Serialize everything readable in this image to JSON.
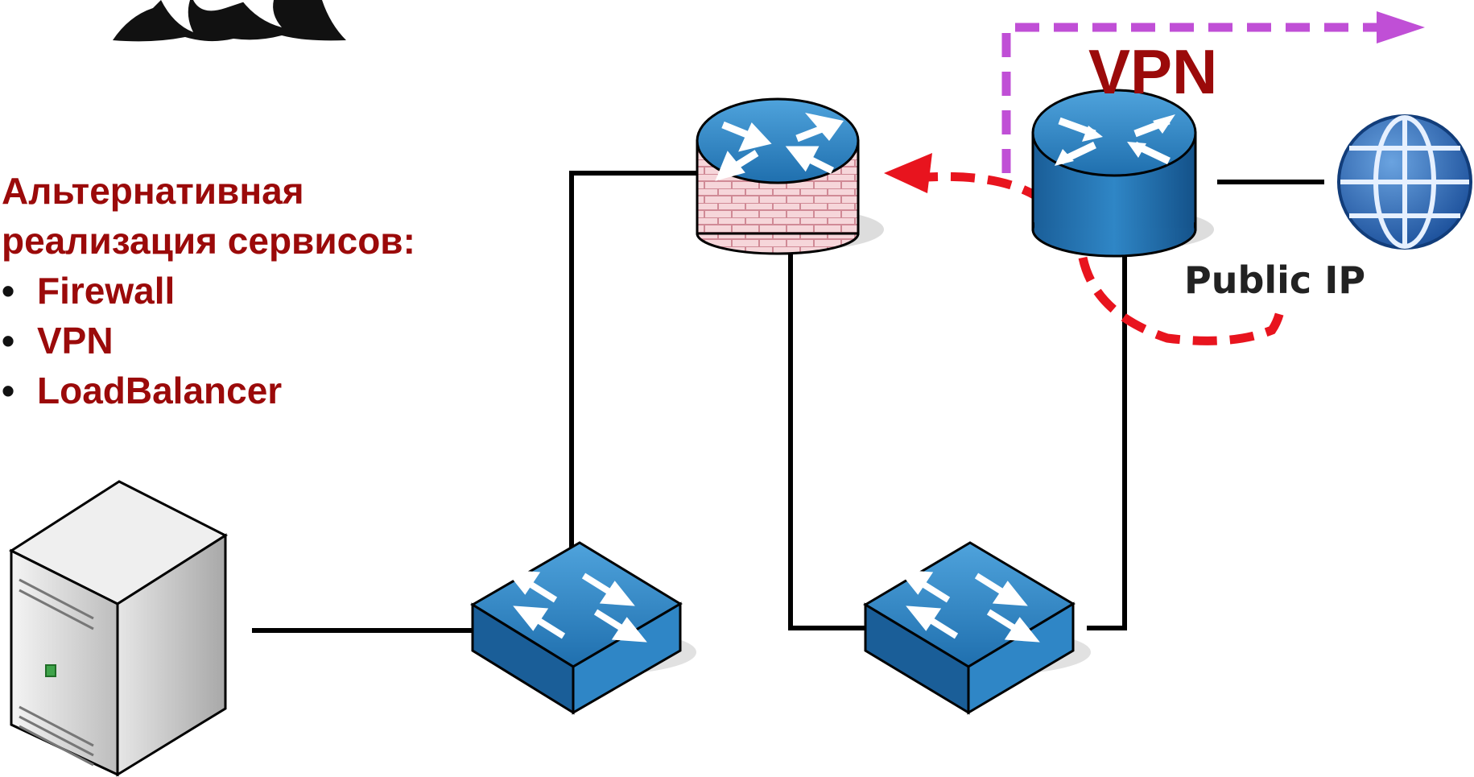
{
  "heading": {
    "line1": "Альтернативная",
    "line2": "реализация сервисов:"
  },
  "bullets": [
    "Firewall",
    "VPN",
    "LoadBalancer"
  ],
  "bullet_symbol": "•",
  "labels": {
    "vpn": "VPN",
    "public_ip": "Public IP"
  },
  "colors": {
    "text_accent": "#9b0a0a",
    "device_blue": "#1f6fae",
    "firewall_brick": "#e8a4ae",
    "vpn_path": "#c04fd6",
    "traffic_path": "#e8141e",
    "link": "#000000"
  },
  "icons": [
    "logo-animal-icon",
    "firewall-router-icon",
    "vpn-router-icon",
    "internet-globe-icon",
    "switch-icon",
    "server-icon"
  ]
}
